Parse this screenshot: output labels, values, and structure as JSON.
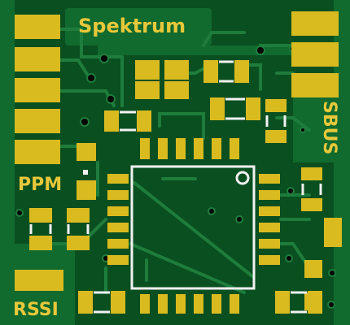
{
  "labels": {
    "spektrum": "Spektrum",
    "sbus": "SBUS",
    "ppm": "PPM",
    "rssi": "RSSI"
  },
  "colors": {
    "board": "#0a4f20",
    "pour": "#116a2e",
    "trace": "#1e7d3c",
    "copper": "#d9bb20",
    "silkscreen": "#f2f2f2",
    "silk_text": "#e7c83a",
    "via": "#050505"
  }
}
